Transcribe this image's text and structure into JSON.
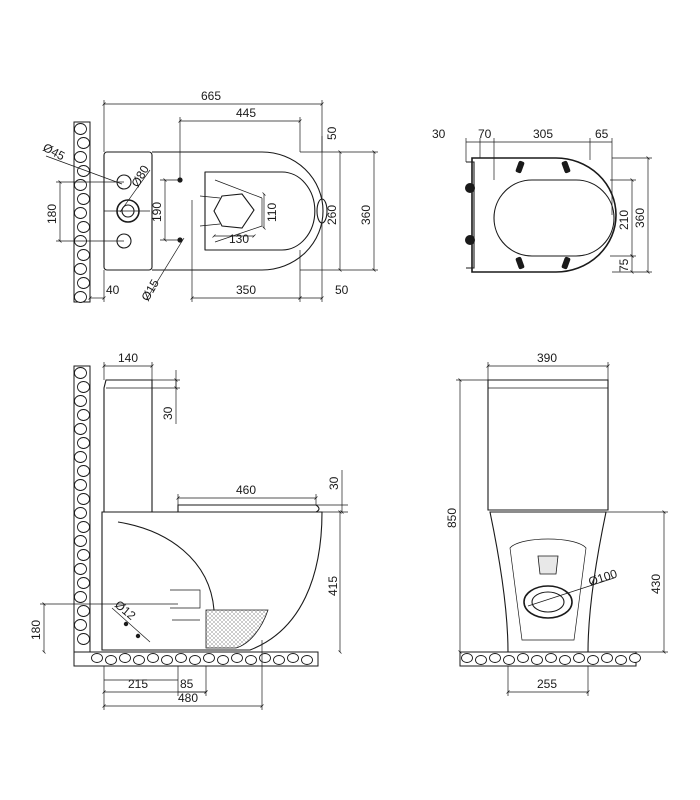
{
  "views": {
    "top": {
      "dims": {
        "d665": "665",
        "d445": "445",
        "d50_top": "50",
        "d360": "360",
        "d260": "260",
        "d190": "190",
        "d180": "180",
        "d110": "110",
        "d130": "130",
        "d350": "350",
        "d50_bottom": "50",
        "d40": "40",
        "phi45": "Ø45",
        "phi80": "Ø80",
        "phi15": "Ø15"
      }
    },
    "seat": {
      "dims": {
        "d30": "30",
        "d70": "70",
        "d305": "305",
        "d65": "65",
        "d210": "210",
        "d360": "360",
        "d75": "75"
      }
    },
    "side": {
      "dims": {
        "d140": "140",
        "d30_tank": "30",
        "d460": "460",
        "d30_seat": "30",
        "d415": "415",
        "d180": "180",
        "phi12": "Ø12",
        "d215": "215",
        "d85": "85",
        "d480": "480"
      }
    },
    "front": {
      "dims": {
        "d390": "390",
        "d850": "850",
        "d430": "430",
        "phi100": "Ø100",
        "d255": "255"
      }
    }
  }
}
